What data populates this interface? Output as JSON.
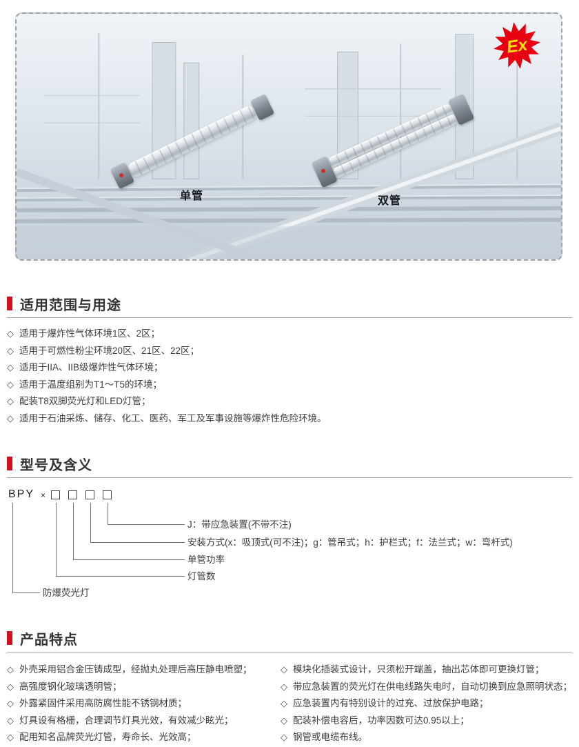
{
  "colors": {
    "accent_red": "#cf1220",
    "badge_red": "#e60012",
    "badge_text_yellow": "#ffe100"
  },
  "hero": {
    "single_label": "单管",
    "double_label": "双管",
    "ex_badge": "Ex"
  },
  "sections": {
    "scope": {
      "title": "适用范围与用途",
      "items": [
        "适用于爆炸性气体环境1区、2区；",
        "适用于可燃性粉尘环境20区、21区、22区；",
        "适用于IIA、IIB级爆炸性气体环境；",
        "适用于温度组别为T1～T5的环境；",
        "配装T8双脚荧光灯和LED灯管；",
        "适用于石油采炼、储存、化工、医药、军工及军事设施等爆炸性危险环境。"
      ]
    },
    "model": {
      "title": "型号及含义",
      "prefix": "BPY",
      "times": "×",
      "labels": [
        "J：带应急装置(不带不注)",
        "安装方式(x：吸顶式(可不注)；g：管吊式；h：护栏式；f：法兰式；w：弯杆式)",
        "单管功率",
        "灯管数",
        "防爆荧光灯"
      ]
    },
    "features": {
      "title": "产品特点",
      "left_items": [
        "外壳采用铝合金压铸成型，经抛丸处理后高压静电喷塑；",
        "高强度钢化玻璃透明管；",
        "外露紧固件采用高防腐性能不锈钢材质；",
        "灯具设有格栅，合理调节灯具光效，有效减少眩光；",
        "配用知名品牌荧光灯管，寿命长、光效高；"
      ],
      "right_items": [
        "模块化插装式设计，只须松开端盖，抽出芯体即可更换灯管；",
        "带应急装置的荧光灯在供电线路失电时，自动切换到应急照明状态；",
        "应急装置内有特别设计的过充、过放保护电路；",
        "配装补偿电容后，功率因数可达0.95以上；",
        "钢管或电缆布线。"
      ]
    }
  }
}
